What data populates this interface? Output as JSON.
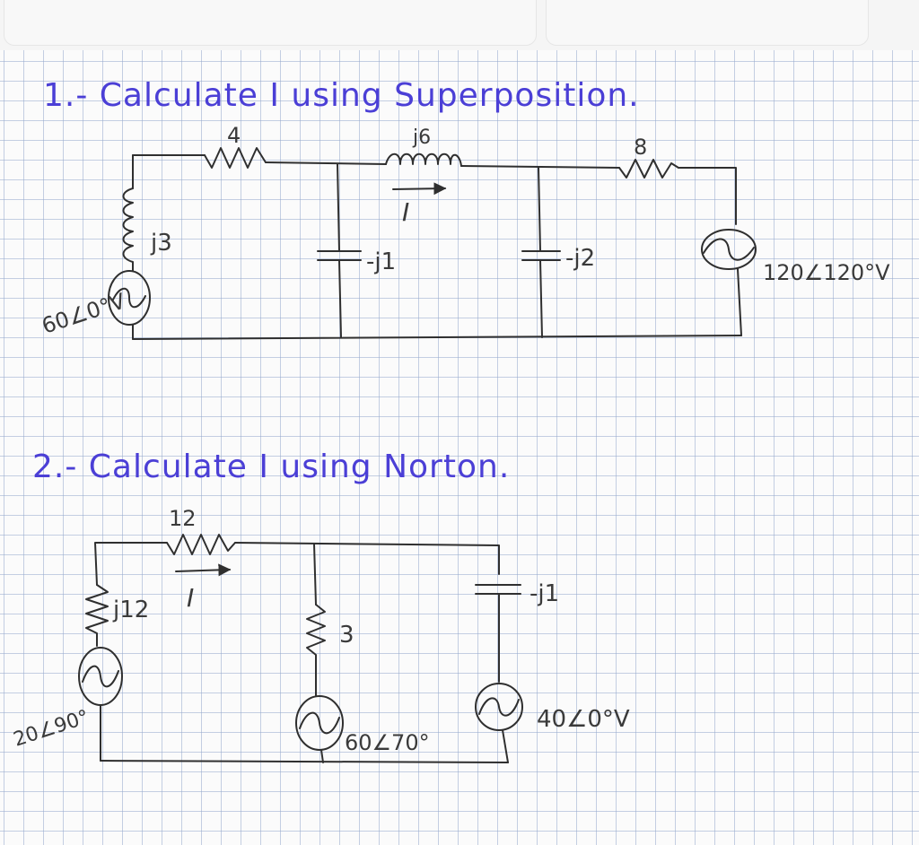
{
  "problem1": {
    "title": "1.- Calculate I using Superposition.",
    "labels": {
      "r4": "4",
      "l_j6": "j6",
      "r8": "8",
      "l_j3": "j3",
      "c_j1": "-j1",
      "c_j2": "-j2",
      "src_left": "60∠0°V",
      "src_right": "120∠120°V",
      "current": "I"
    }
  },
  "problem2": {
    "title": "2.- Calculate I using Norton.",
    "labels": {
      "r12": "12",
      "l_j12": "j12",
      "r3": "3",
      "c_j1": "-j1",
      "src_left": "20∠90°",
      "src_mid": "60∠70°",
      "src_right": "40∠0°V",
      "current": "I"
    }
  }
}
